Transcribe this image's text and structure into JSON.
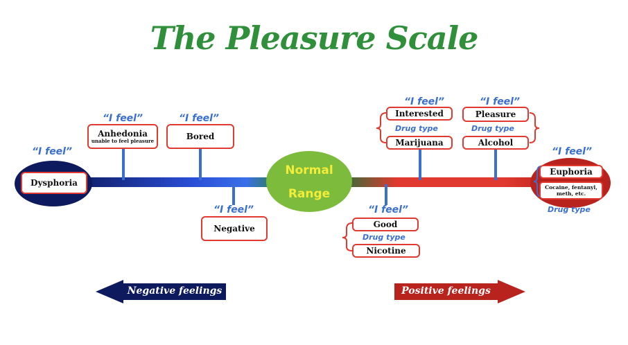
{
  "title": "The Pleasure Scale",
  "i_feel": "“I feel”",
  "normal_range": {
    "line1": "Normal",
    "line2": "Range"
  },
  "dysphoria": "Dysphoria",
  "anhedonia": {
    "label": "Anhedonia",
    "sub": "unable to feel pleasure"
  },
  "bored": "Bored",
  "negative": "Negative",
  "good": "Good",
  "nicotine": "Nicotine",
  "interested": "Interested",
  "marijuana": "Marijuana",
  "pleasure": "Pleasure",
  "alcohol": "Alcohol",
  "euphoria": {
    "label": "Euphoria",
    "sub": "Cocaine, fentanyl, meth, etc."
  },
  "drug_type": "Drug type",
  "arrows": {
    "negative": "Negative feelings",
    "positive": "Positive feelings"
  },
  "colors": {
    "title": "#2f8f3a",
    "navy": "#0e1a5e",
    "red": "#b8231e",
    "blue": "#3a6fd0",
    "green": "#7dbb3c",
    "yellow": "#f2ec3a"
  }
}
